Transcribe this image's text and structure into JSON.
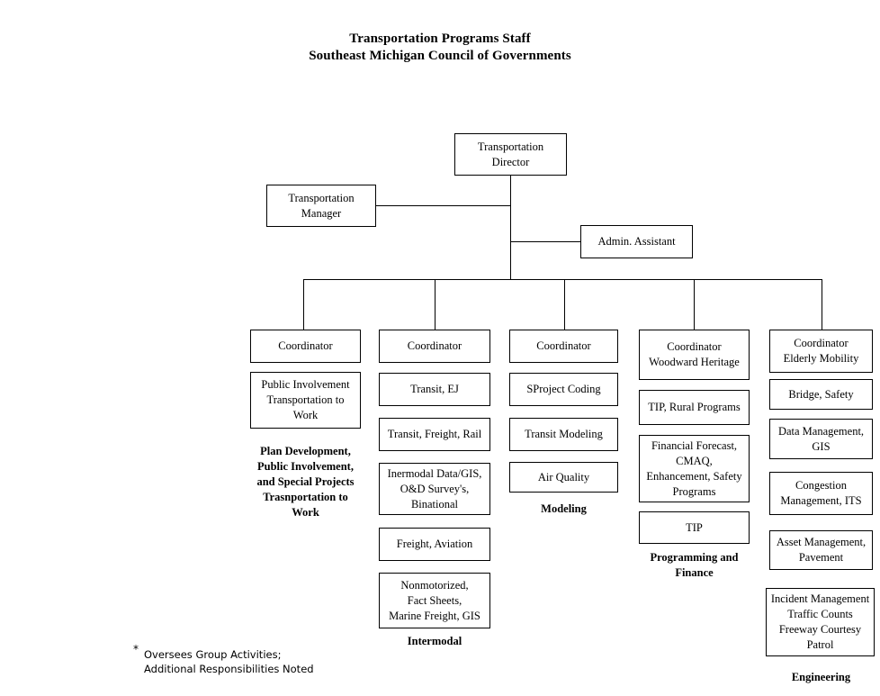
{
  "document": {
    "title_line_1": "Transportation Programs Staff",
    "title_line_2": "Southeast Michigan Council of Governments"
  },
  "top_level": {
    "director": "Transportation\nDirector",
    "manager": "Transportation\nManager",
    "admin_assistant": "Admin. Assistant"
  },
  "columns": [
    {
      "id": "plan-development",
      "head": "Coordinator",
      "boxes": [
        "Public Involvement\nTransportation to\nWork"
      ],
      "group_label": "Plan Development,\nPublic Involvement,\nand Special Projects\nTrasnportation to\nWork"
    },
    {
      "id": "intermodal",
      "head": "Coordinator",
      "boxes": [
        "Transit, EJ",
        "Transit, Freight, Rail",
        "Inermodal Data/GIS,\nO&D Survey's,\nBinational",
        "Freight, Aviation",
        "Nonmotorized,\nFact Sheets,\nMarine Freight, GIS"
      ],
      "group_label": "Intermodal"
    },
    {
      "id": "modeling",
      "head": "Coordinator",
      "boxes": [
        "SProject  Coding",
        "Transit Modeling",
        "Air Quality"
      ],
      "group_label": "Modeling"
    },
    {
      "id": "programming-and-finance",
      "head": "Coordinator\nWoodward Heritage",
      "boxes": [
        "TIP, Rural Programs",
        "Financial Forecast,\nCMAQ,\nEnhancement, Safety\nPrograms",
        "TIP"
      ],
      "group_label": "Programming and\nFinance"
    },
    {
      "id": "engineering",
      "head": "Coordinator\nElderly Mobility",
      "boxes": [
        "Bridge, Safety",
        "Data Management,\nGIS",
        "Congestion\nManagement, ITS",
        "Asset Management,\nPavement",
        "Incident Management\nTraffic Counts\nFreeway Courtesy\nPatrol"
      ],
      "group_label": "Engineering"
    }
  ],
  "footnote": {
    "marker": "*",
    "text": "Oversees Group Activities;\nAdditional Responsibilities Noted"
  },
  "colors": {
    "background": "#ffffff",
    "line": "#000000",
    "text": "#000000"
  }
}
